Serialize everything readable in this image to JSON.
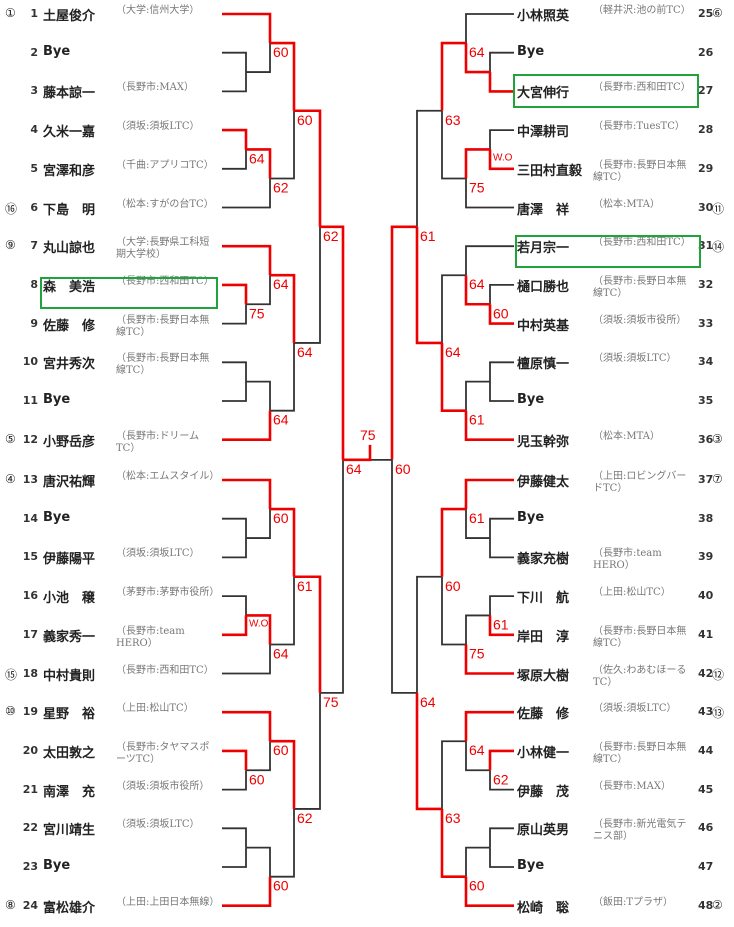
{
  "players": [
    {
      "num": "1",
      "seed": "①",
      "name": "土屋俊介",
      "affil": "（大学:信州大学）"
    },
    {
      "num": "2",
      "seed": "",
      "name": "Bye",
      "affil": ""
    },
    {
      "num": "3",
      "seed": "",
      "name": "藤本諒一",
      "affil": "（長野市:MAX）"
    },
    {
      "num": "4",
      "seed": "",
      "name": "久米一嘉",
      "affil": "（須坂:須坂LTC）"
    },
    {
      "num": "5",
      "seed": "",
      "name": "宮澤和彦",
      "affil": "（千曲:アプリコTC）"
    },
    {
      "num": "6",
      "seed": "⑯",
      "name": "下島　明",
      "affil": "（松本:すがの台TC）"
    },
    {
      "num": "7",
      "seed": "⑨",
      "name": "丸山諒也",
      "affil": "（大学:長野県工科短期大学校）"
    },
    {
      "num": "8",
      "seed": "",
      "name": "森　美浩",
      "affil": "（長野市:西和田TC）"
    },
    {
      "num": "9",
      "seed": "",
      "name": "佐藤　修",
      "affil": "（長野市:長野日本無線TC）"
    },
    {
      "num": "10",
      "seed": "",
      "name": "宮井秀次",
      "affil": "（長野市:長野日本無線TC）"
    },
    {
      "num": "11",
      "seed": "",
      "name": "Bye",
      "affil": ""
    },
    {
      "num": "12",
      "seed": "⑤",
      "name": "小野岳彦",
      "affil": "（長野市:ドリームTC）"
    },
    {
      "num": "13",
      "seed": "④",
      "name": "唐沢祐輝",
      "affil": "（松本:エムスタイル）"
    },
    {
      "num": "14",
      "seed": "",
      "name": "Bye",
      "affil": ""
    },
    {
      "num": "15",
      "seed": "",
      "name": "伊藤陽平",
      "affil": "（須坂:須坂LTC）"
    },
    {
      "num": "16",
      "seed": "",
      "name": "小池　穣",
      "affil": "（茅野市:茅野市役所）"
    },
    {
      "num": "17",
      "seed": "",
      "name": "義家秀一",
      "affil": "（長野市:team HERO）"
    },
    {
      "num": "18",
      "seed": "⑮",
      "name": "中村貴則",
      "affil": "（長野市:西和田TC）"
    },
    {
      "num": "19",
      "seed": "⑩",
      "name": "星野　裕",
      "affil": "（上田:松山TC）"
    },
    {
      "num": "20",
      "seed": "",
      "name": "太田敦之",
      "affil": "（長野市:タヤマスポーツTC）"
    },
    {
      "num": "21",
      "seed": "",
      "name": "南澤　充",
      "affil": "（須坂:須坂市役所）"
    },
    {
      "num": "22",
      "seed": "",
      "name": "宮川靖生",
      "affil": "（須坂:須坂LTC）"
    },
    {
      "num": "23",
      "seed": "",
      "name": "Bye",
      "affil": ""
    },
    {
      "num": "24",
      "seed": "⑧",
      "name": "富松雄介",
      "affil": "（上田:上田日本無線）"
    },
    {
      "num": "25",
      "seed": "⑥",
      "name": "小林照英",
      "affil": "（軽井沢:池の前TC）"
    },
    {
      "num": "26",
      "seed": "",
      "name": "Bye",
      "affil": ""
    },
    {
      "num": "27",
      "seed": "",
      "name": "大宮伸行",
      "affil": "（長野市:西和田TC）"
    },
    {
      "num": "28",
      "seed": "",
      "name": "中澤耕司",
      "affil": "（長野市:TuesTC）"
    },
    {
      "num": "29",
      "seed": "",
      "name": "三田村直毅",
      "affil": "（長野市:長野日本無線TC）"
    },
    {
      "num": "30",
      "seed": "⑪",
      "name": "唐澤　祥",
      "affil": "（松本:MTA）"
    },
    {
      "num": "31",
      "seed": "⑭",
      "name": "若月宗一",
      "affil": "（長野市:西和田TC）"
    },
    {
      "num": "32",
      "seed": "",
      "name": "樋口勝也",
      "affil": "（長野市:長野日本無線TC）"
    },
    {
      "num": "33",
      "seed": "",
      "name": "中村英基",
      "affil": "（須坂:須坂市役所）"
    },
    {
      "num": "34",
      "seed": "",
      "name": "檀原慎一",
      "affil": "（須坂:須坂LTC）"
    },
    {
      "num": "35",
      "seed": "",
      "name": "Bye",
      "affil": ""
    },
    {
      "num": "36",
      "seed": "③",
      "name": "児玉幹弥",
      "affil": "（松本:MTA）"
    },
    {
      "num": "37",
      "seed": "⑦",
      "name": "伊藤健太",
      "affil": "（上田:ロビングバードTC）"
    },
    {
      "num": "38",
      "seed": "",
      "name": "Bye",
      "affil": ""
    },
    {
      "num": "39",
      "seed": "",
      "name": "義家充樹",
      "affil": "（長野市:team HERO）"
    },
    {
      "num": "40",
      "seed": "",
      "name": "下川　航",
      "affil": "（上田:松山TC）"
    },
    {
      "num": "41",
      "seed": "",
      "name": "岸田　淳",
      "affil": "（長野市:長野日本無線TC）"
    },
    {
      "num": "42",
      "seed": "⑫",
      "name": "塚原大樹",
      "affil": "（佐久:わあむほーるTC）"
    },
    {
      "num": "43",
      "seed": "⑬",
      "name": "佐藤　修",
      "affil": "（須坂:須坂LTC）"
    },
    {
      "num": "44",
      "seed": "",
      "name": "小林健一",
      "affil": "（長野市:長野日本無線TC）"
    },
    {
      "num": "45",
      "seed": "",
      "name": "伊藤　茂",
      "affil": "（長野市:MAX）"
    },
    {
      "num": "46",
      "seed": "",
      "name": "原山英男",
      "affil": "（長野市:新光電気テニス部）"
    },
    {
      "num": "47",
      "seed": "",
      "name": "Bye",
      "affil": ""
    },
    {
      "num": "48",
      "seed": "②",
      "name": "松崎　聡",
      "affil": "（飯田:Tプラザ）"
    }
  ],
  "scores": [
    "60",
    "64",
    "62",
    "60",
    "75",
    "64",
    "64",
    "64",
    "62",
    "60",
    "W.O",
    "64",
    "61",
    "60",
    "60",
    "60",
    "62",
    "75",
    "64",
    "64",
    "W.O",
    "75",
    "63",
    "60",
    "64",
    "61",
    "64",
    "61",
    "61",
    "61",
    "75",
    "60",
    "62",
    "64",
    "60",
    "63",
    "64",
    "60",
    "75"
  ],
  "highlighted_players": [
    "8",
    "27",
    "31"
  ],
  "colors": {
    "winner_line": "#ee0000",
    "loser_line": "#333333",
    "highlight": "#1fa33a"
  }
}
